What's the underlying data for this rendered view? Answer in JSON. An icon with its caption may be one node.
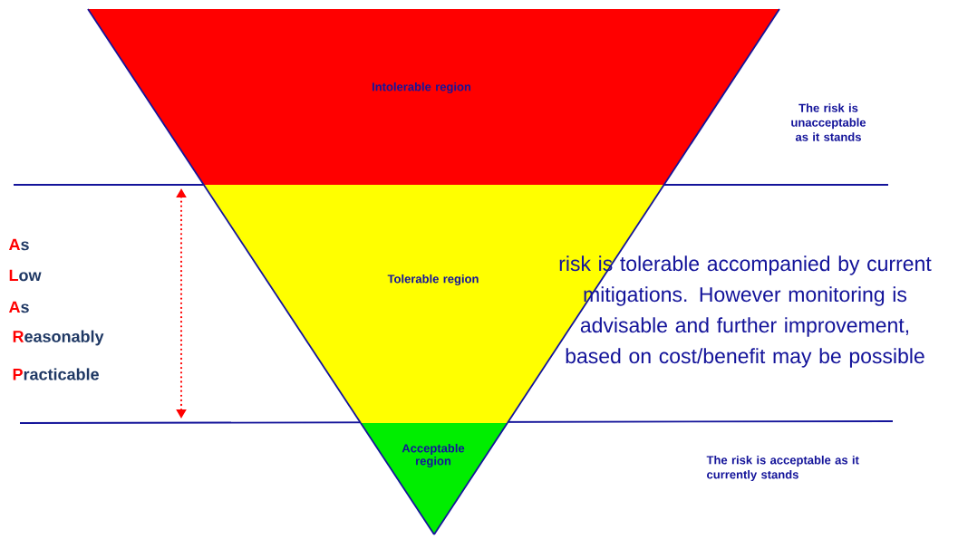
{
  "diagram": {
    "nodes": [
      {
        "text": [
          "Intolerable region"
        ]
      },
      {
        "text": [
          "Tolerable region"
        ]
      },
      {
        "text": [
          "Acceptable region"
        ]
      }
    ],
    "edges": [],
    "labels": [
      "The risk is unacceptable as it stands",
      "As",
      "Low",
      "As",
      "Reasonably",
      "Practicable",
      "risk is tolerable accompanied by current mitigations. However monitoring is advisable and further improvement, based on cost/benefit may be possible",
      "The risk is acceptable as it currently stands"
    ]
  }
}
